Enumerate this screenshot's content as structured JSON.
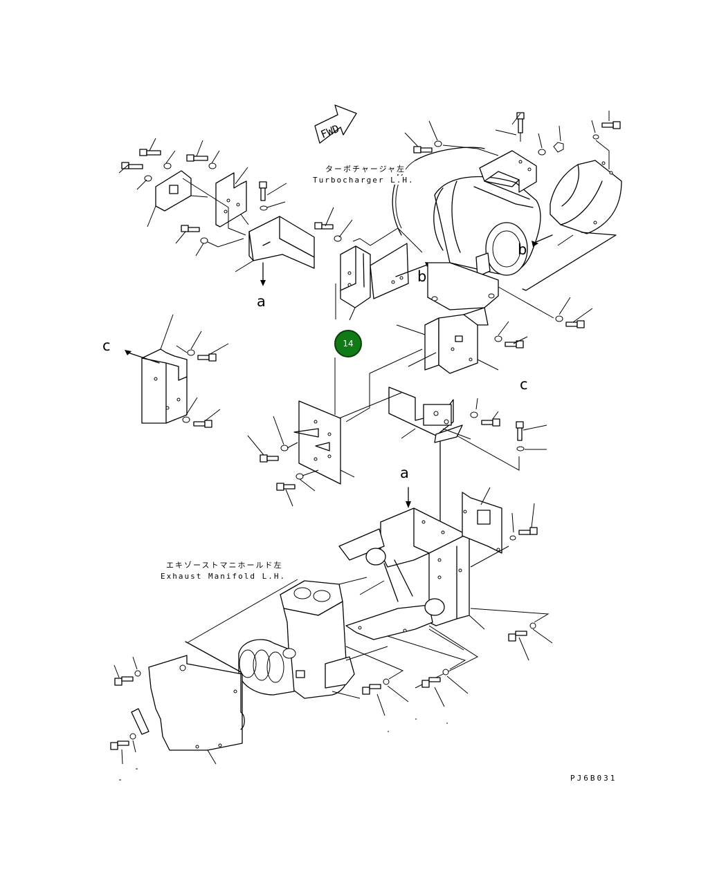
{
  "diagram": {
    "fwd_label": "FWD",
    "turbocharger_label_jp": "ターボチャージャ左",
    "turbocharger_label_en": "Turbocharger L.H.",
    "exhaust_label_jp": "エキゾーストマニホールド左",
    "exhaust_label_en": "Exhaust Manifold L.H.",
    "ref_letters": {
      "a_upper": "a",
      "a_lower": "a",
      "b_bracket": "b",
      "b_turbo": "b",
      "c_left": "c",
      "c_right": "c"
    },
    "callout": {
      "number": "14",
      "color": "#0f7a16"
    },
    "drawing_code": "PJ6B031"
  }
}
